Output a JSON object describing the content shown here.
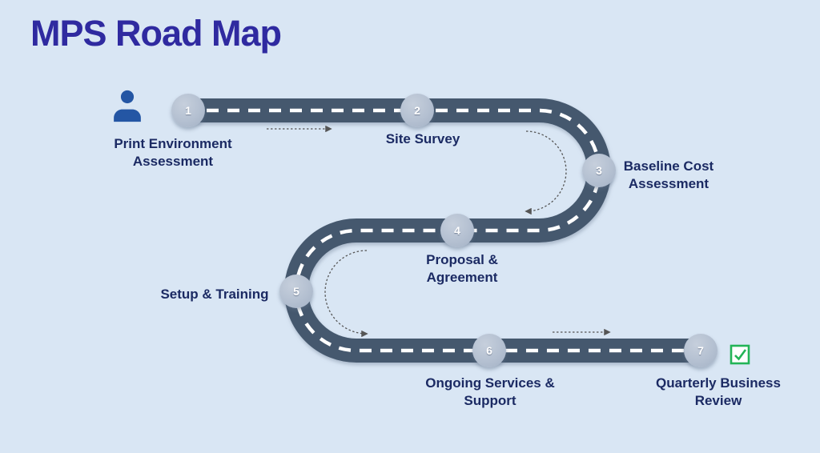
{
  "title": "MPS Road Map",
  "colors": {
    "background": "#d9e6f4",
    "title_text": "#2f2aa0",
    "label_text": "#1b2a63",
    "road": "#45586e",
    "road_centerline": "#ffffff",
    "milestone_fill": "#b4c0d1",
    "milestone_number": "#ffffff",
    "route_arrow": "#555555",
    "person": "#2456a4",
    "checkbox": "#23b457"
  },
  "icons": {
    "start": "person-icon",
    "end": "checkbox-checked-icon"
  },
  "milestones": [
    {
      "number": "1",
      "label": "Print Environment\nAssessment"
    },
    {
      "number": "2",
      "label": "Site Survey"
    },
    {
      "number": "3",
      "label": "Baseline Cost\nAssessment"
    },
    {
      "number": "4",
      "label": "Proposal &\nAgreement"
    },
    {
      "number": "5",
      "label": "Setup & Training"
    },
    {
      "number": "6",
      "label": "Ongoing Services &\nSupport"
    },
    {
      "number": "7",
      "label": "Quarterly Business\nReview"
    }
  ]
}
